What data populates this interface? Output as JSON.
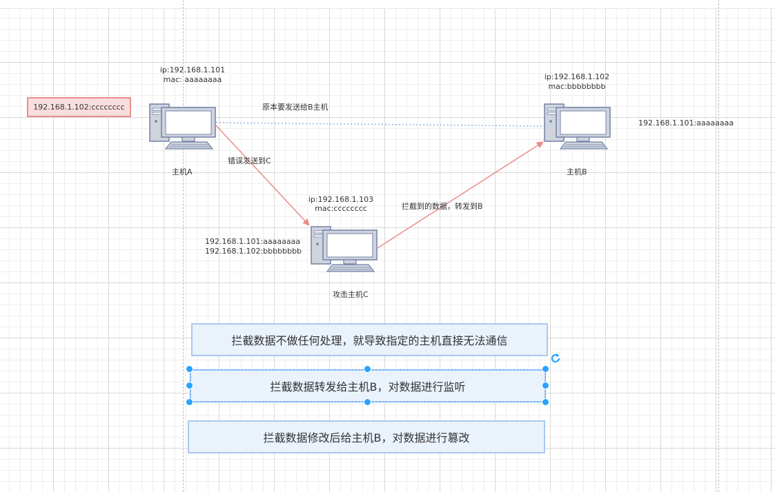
{
  "host_a": {
    "ip": "ip:192.168.1.101",
    "mac": "mac: aaaaaaaa",
    "name": "主机A",
    "cache_entry": "192.168.1.102:cccccccc"
  },
  "host_b": {
    "ip": "ip:192.168.1.102",
    "mac": "mac:bbbbbbbb",
    "name": "主机B",
    "cache_entry": "192.168.1.101:aaaaaaaa"
  },
  "host_c": {
    "ip": "ip:192.168.1.103",
    "mac": "mac:cccccccc",
    "name": "攻击主机C",
    "cache_entry_1": "192.168.1.101:aaaaaaaa",
    "cache_entry_2": "192.168.1.102:bbbbbbbb"
  },
  "edges": {
    "a_to_b": "原本要发送给B主机",
    "a_to_c": "错误发送到C",
    "c_to_b": "拦截到的数据，转发到B"
  },
  "scenarios": [
    "拦截数据不做任何处理，就导致指定的主机直接无法通信",
    "拦截数据转发给主机B，对数据进行监听",
    "拦截数据修改后给主机B，对数据进行篡改"
  ],
  "colors": {
    "arrow": "#ea8a88",
    "dotted_link": "#8fb5e8",
    "box_fill": "#eaf2fc",
    "box_border": "#a9c8f0",
    "selection": "#29a3ff"
  },
  "icons": {
    "computer": "computer-icon",
    "rotate": "rotate-icon"
  }
}
